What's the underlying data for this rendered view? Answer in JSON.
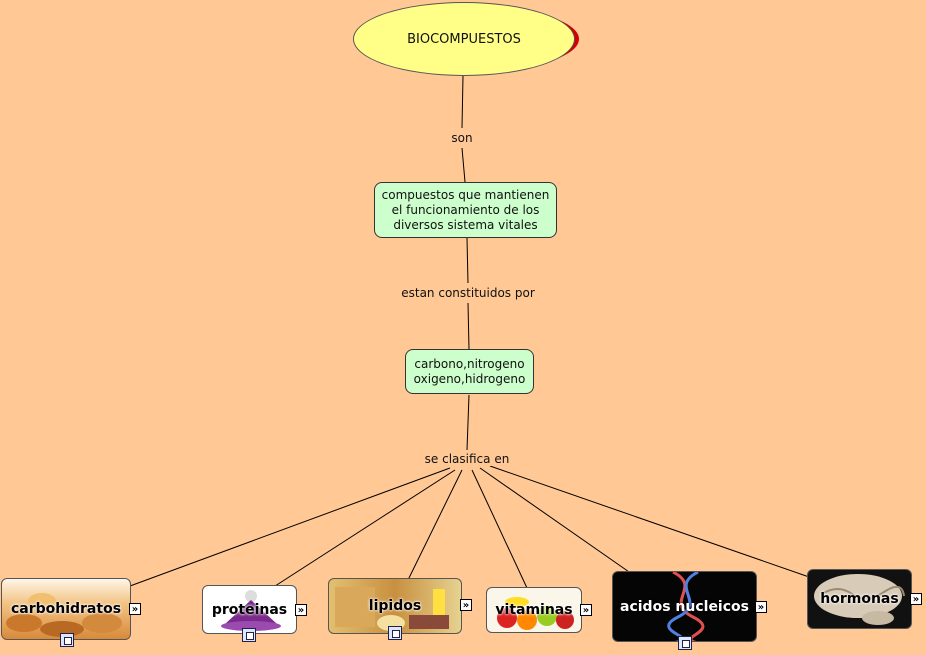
{
  "title": "BIOCOMPUESTOS",
  "links": {
    "son": "son",
    "constituidos": "estan constituidos por",
    "clasifica": "se clasifica en"
  },
  "concepts": {
    "compuestos": [
      "compuestos que mantienen",
      "el funcionamiento de los",
      "diversos sistema vitales"
    ],
    "elementos": [
      "carbono,nitrogeno",
      "oxigeno,hidrogeno"
    ]
  },
  "categories": [
    {
      "id": "carbohidratos",
      "label": "carbohidratos",
      "bg": "#e8b070",
      "dark": false
    },
    {
      "id": "proteinas",
      "label": "proteinas",
      "bg": "#f0e8f0",
      "dark": false
    },
    {
      "id": "lipidos",
      "label": "lipidos",
      "bg": "#d9b060",
      "dark": false
    },
    {
      "id": "vitaminas",
      "label": "vitaminas",
      "bg": "#f6f0e0",
      "dark": false
    },
    {
      "id": "acidos",
      "label": "acidos nucleicos",
      "bg": "#050505",
      "dark": true
    },
    {
      "id": "hormonas",
      "label": "hormonas",
      "bg": "#111111",
      "dark": false
    }
  ],
  "icons": {
    "expand": "expand-arrow-icon",
    "doc": "document-resource-icon"
  },
  "colors": {
    "background": "#ffc895",
    "title_fill": "#ffff88",
    "title_shadow": "#d40000",
    "concept_fill": "#ccffcc"
  }
}
